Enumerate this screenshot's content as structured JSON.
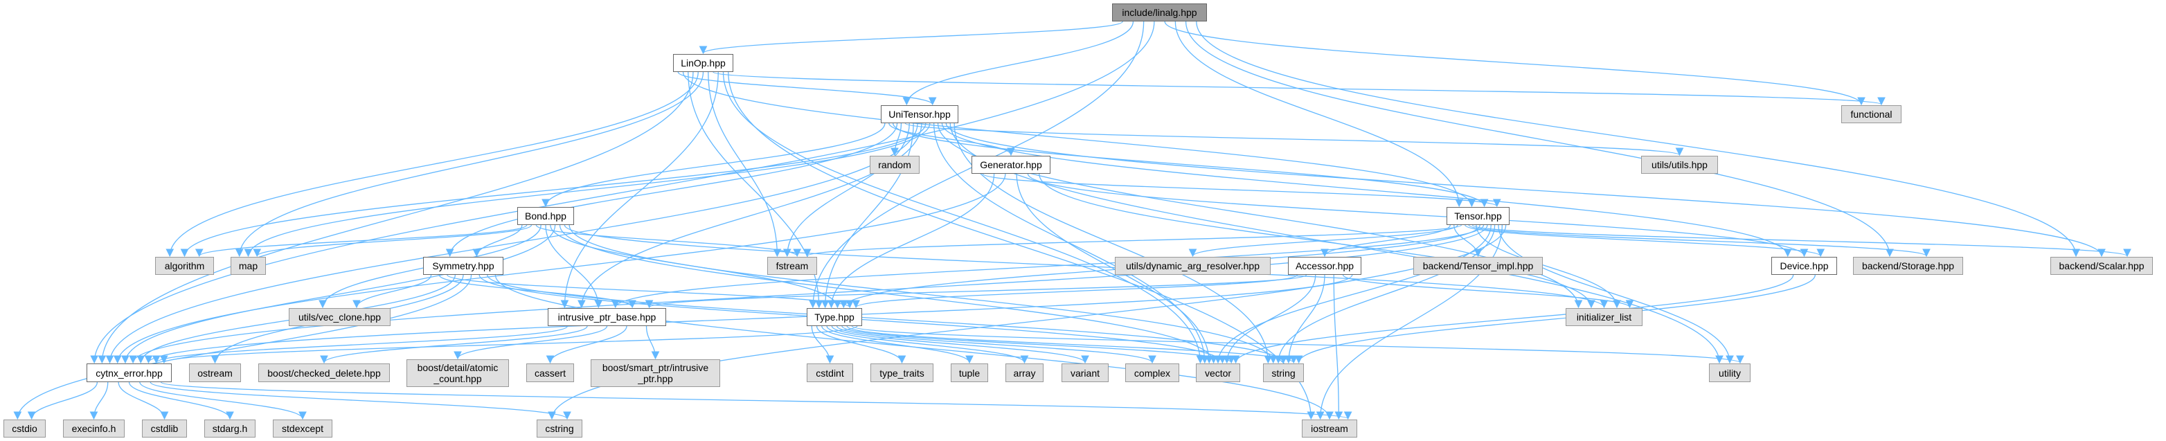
{
  "graph": {
    "title": "include/linalg.hpp",
    "edge_color": "#63b8ff",
    "nodes": [
      {
        "id": "linalg",
        "label": "include/linalg.hpp",
        "kind": "root"
      },
      {
        "id": "LinOp",
        "label": "LinOp.hpp",
        "kind": "project"
      },
      {
        "id": "UniTensor",
        "label": "UniTensor.hpp",
        "kind": "project"
      },
      {
        "id": "functional",
        "label": "functional",
        "kind": "system"
      },
      {
        "id": "random",
        "label": "random",
        "kind": "system"
      },
      {
        "id": "Generator",
        "label": "Generator.hpp",
        "kind": "project"
      },
      {
        "id": "utils_utils",
        "label": "utils/utils.hpp",
        "kind": "system"
      },
      {
        "id": "Bond",
        "label": "Bond.hpp",
        "kind": "project"
      },
      {
        "id": "Tensor",
        "label": "Tensor.hpp",
        "kind": "project"
      },
      {
        "id": "algorithm",
        "label": "algorithm",
        "kind": "system"
      },
      {
        "id": "map",
        "label": "map",
        "kind": "system"
      },
      {
        "id": "Symmetry",
        "label": "Symmetry.hpp",
        "kind": "project"
      },
      {
        "id": "fstream",
        "label": "fstream",
        "kind": "system"
      },
      {
        "id": "dyn_arg",
        "label": "utils/dynamic_arg_resolver.hpp",
        "kind": "system"
      },
      {
        "id": "Accessor",
        "label": "Accessor.hpp",
        "kind": "project"
      },
      {
        "id": "Tensor_impl",
        "label": "backend/Tensor_impl.hpp",
        "kind": "system"
      },
      {
        "id": "Device",
        "label": "Device.hpp",
        "kind": "project"
      },
      {
        "id": "Storage",
        "label": "backend/Storage.hpp",
        "kind": "system"
      },
      {
        "id": "Scalar",
        "label": "backend/Scalar.hpp",
        "kind": "system"
      },
      {
        "id": "vec_clone",
        "label": "utils/vec_clone.hpp",
        "kind": "system"
      },
      {
        "id": "intrusive",
        "label": "intrusive_ptr_base.hpp",
        "kind": "project"
      },
      {
        "id": "Type",
        "label": "Type.hpp",
        "kind": "project"
      },
      {
        "id": "initializer_list",
        "label": "initializer_list",
        "kind": "system"
      },
      {
        "id": "cytnx_error",
        "label": "cytnx_error.hpp",
        "kind": "project"
      },
      {
        "id": "ostream",
        "label": "ostream",
        "kind": "system"
      },
      {
        "id": "checked_delete",
        "label": "boost/checked_delete.hpp",
        "kind": "system"
      },
      {
        "id": "atomic_count",
        "label": "boost/detail/atomic\n_count.hpp",
        "kind": "system"
      },
      {
        "id": "cassert",
        "label": "cassert",
        "kind": "system"
      },
      {
        "id": "smart_ptr",
        "label": "boost/smart_ptr/intrusive\n_ptr.hpp",
        "kind": "system"
      },
      {
        "id": "cstdint",
        "label": "cstdint",
        "kind": "system"
      },
      {
        "id": "type_traits",
        "label": "type_traits",
        "kind": "system"
      },
      {
        "id": "tuple",
        "label": "tuple",
        "kind": "system"
      },
      {
        "id": "array",
        "label": "array",
        "kind": "system"
      },
      {
        "id": "variant",
        "label": "variant",
        "kind": "system"
      },
      {
        "id": "complex",
        "label": "complex",
        "kind": "system"
      },
      {
        "id": "vector",
        "label": "vector",
        "kind": "system"
      },
      {
        "id": "string",
        "label": "string",
        "kind": "system"
      },
      {
        "id": "utility",
        "label": "utility",
        "kind": "system"
      },
      {
        "id": "cstdio",
        "label": "cstdio",
        "kind": "system"
      },
      {
        "id": "execinfo",
        "label": "execinfo.h",
        "kind": "system"
      },
      {
        "id": "cstdlib",
        "label": "cstdlib",
        "kind": "system"
      },
      {
        "id": "stdarg",
        "label": "stdarg.h",
        "kind": "system"
      },
      {
        "id": "stdexcept",
        "label": "stdexcept",
        "kind": "system"
      },
      {
        "id": "cstring",
        "label": "cstring",
        "kind": "system"
      },
      {
        "id": "iostream",
        "label": "iostream",
        "kind": "system"
      }
    ],
    "edges": [
      [
        "linalg",
        "LinOp"
      ],
      [
        "linalg",
        "UniTensor"
      ],
      [
        "linalg",
        "Type"
      ],
      [
        "linalg",
        "cytnx_error"
      ],
      [
        "linalg",
        "functional"
      ],
      [
        "linalg",
        "Tensor"
      ],
      [
        "linalg",
        "Storage"
      ],
      [
        "linalg",
        "Scalar"
      ],
      [
        "LinOp",
        "UniTensor"
      ],
      [
        "LinOp",
        "Tensor"
      ],
      [
        "LinOp",
        "Type"
      ],
      [
        "LinOp",
        "cytnx_error"
      ],
      [
        "LinOp",
        "algorithm"
      ],
      [
        "LinOp",
        "map"
      ],
      [
        "LinOp",
        "fstream"
      ],
      [
        "LinOp",
        "functional"
      ],
      [
        "LinOp",
        "intrusive"
      ],
      [
        "LinOp",
        "vector"
      ],
      [
        "LinOp",
        "iostream"
      ],
      [
        "UniTensor",
        "Bond"
      ],
      [
        "UniTensor",
        "Generator"
      ],
      [
        "UniTensor",
        "Tensor"
      ],
      [
        "UniTensor",
        "Symmetry"
      ],
      [
        "UniTensor",
        "random"
      ],
      [
        "UniTensor",
        "utils_utils"
      ],
      [
        "UniTensor",
        "fstream"
      ],
      [
        "UniTensor",
        "Type"
      ],
      [
        "UniTensor",
        "cytnx_error"
      ],
      [
        "UniTensor",
        "intrusive"
      ],
      [
        "UniTensor",
        "algorithm"
      ],
      [
        "UniTensor",
        "map"
      ],
      [
        "UniTensor",
        "vector"
      ],
      [
        "UniTensor",
        "initializer_list"
      ],
      [
        "UniTensor",
        "Device"
      ],
      [
        "UniTensor",
        "Scalar"
      ],
      [
        "UniTensor",
        "utility"
      ],
      [
        "UniTensor",
        "string"
      ],
      [
        "Generator",
        "Tensor"
      ],
      [
        "Generator",
        "Type"
      ],
      [
        "Generator",
        "cytnx_error"
      ],
      [
        "Generator",
        "vector"
      ],
      [
        "Generator",
        "Device"
      ],
      [
        "Generator",
        "initializer_list"
      ],
      [
        "Bond",
        "Symmetry"
      ],
      [
        "Bond",
        "algorithm"
      ],
      [
        "Bond",
        "map"
      ],
      [
        "Bond",
        "fstream"
      ],
      [
        "Bond",
        "vec_clone"
      ],
      [
        "Bond",
        "intrusive"
      ],
      [
        "Bond",
        "Type"
      ],
      [
        "Bond",
        "cytnx_error"
      ],
      [
        "Bond",
        "vector"
      ],
      [
        "Bond",
        "initializer_list"
      ],
      [
        "Bond",
        "string"
      ],
      [
        "Tensor",
        "Accessor"
      ],
      [
        "Tensor",
        "Tensor_impl"
      ],
      [
        "Tensor",
        "dyn_arg"
      ],
      [
        "Tensor",
        "fstream"
      ],
      [
        "Tensor",
        "Device"
      ],
      [
        "Tensor",
        "Storage"
      ],
      [
        "Tensor",
        "Scalar"
      ],
      [
        "Tensor",
        "initializer_list"
      ],
      [
        "Tensor",
        "Type"
      ],
      [
        "Tensor",
        "intrusive"
      ],
      [
        "Tensor",
        "cytnx_error"
      ],
      [
        "Tensor",
        "vector"
      ],
      [
        "Tensor",
        "string"
      ],
      [
        "Tensor",
        "utility"
      ],
      [
        "Tensor",
        "iostream"
      ],
      [
        "Tensor",
        "cstring"
      ],
      [
        "Symmetry",
        "vec_clone"
      ],
      [
        "Symmetry",
        "intrusive"
      ],
      [
        "Symmetry",
        "Type"
      ],
      [
        "Symmetry",
        "cytnx_error"
      ],
      [
        "Symmetry",
        "ostream"
      ],
      [
        "Symmetry",
        "cstdio"
      ],
      [
        "Symmetry",
        "vector"
      ],
      [
        "Symmetry",
        "string"
      ],
      [
        "Symmetry",
        "iostream"
      ],
      [
        "Accessor",
        "Type"
      ],
      [
        "Accessor",
        "intrusive"
      ],
      [
        "Accessor",
        "vector"
      ],
      [
        "Accessor",
        "string"
      ],
      [
        "Accessor",
        "iostream"
      ],
      [
        "Accessor",
        "initializer_list"
      ],
      [
        "Accessor",
        "cytnx_error"
      ],
      [
        "intrusive",
        "cytnx_error"
      ],
      [
        "intrusive",
        "checked_delete"
      ],
      [
        "intrusive",
        "atomic_count"
      ],
      [
        "intrusive",
        "cassert"
      ],
      [
        "intrusive",
        "smart_ptr"
      ],
      [
        "Type",
        "cstdint"
      ],
      [
        "Type",
        "type_traits"
      ],
      [
        "Type",
        "tuple"
      ],
      [
        "Type",
        "array"
      ],
      [
        "Type",
        "variant"
      ],
      [
        "Type",
        "complex"
      ],
      [
        "Type",
        "vector"
      ],
      [
        "Type",
        "string"
      ],
      [
        "Type",
        "utility"
      ],
      [
        "Type",
        "cytnx_error"
      ],
      [
        "Device",
        "vector"
      ],
      [
        "Device",
        "string"
      ],
      [
        "cytnx_error",
        "cstdio"
      ],
      [
        "cytnx_error",
        "execinfo"
      ],
      [
        "cytnx_error",
        "cstdlib"
      ],
      [
        "cytnx_error",
        "stdarg"
      ],
      [
        "cytnx_error",
        "stdexcept"
      ],
      [
        "cytnx_error",
        "cstring"
      ],
      [
        "cytnx_error",
        "iostream"
      ]
    ]
  }
}
